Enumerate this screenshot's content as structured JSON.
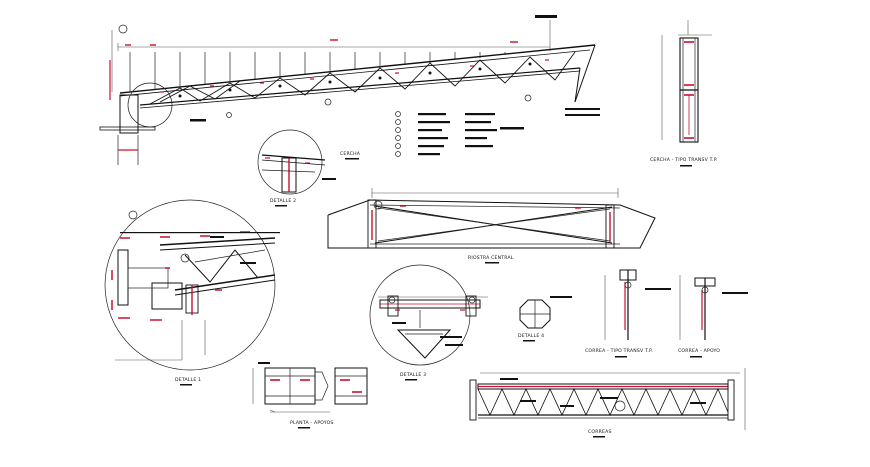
{
  "drawing": {
    "labels": {
      "cercha": "CERCHA",
      "detalle_2_top": "DETALLE 2",
      "cercha_tipo": "CERCHA - TIPO TRANSV T.P.",
      "riostra_central": "RIOSTRA CENTRAL",
      "detalle_1": "DETALLE 1",
      "detalle_3": "DETALLE 3",
      "detalle_4": "DETALLE 4",
      "planta_apoyos": "PLANTA - APOYOS",
      "correa_tipo": "CORREA - TIPO TRANSV T.P.",
      "correa_apoyo": "CORREA - APOYO",
      "correas": "CORREAS"
    },
    "colors": {
      "line": "#111111",
      "accent": "#c8102e",
      "background": "#ffffff"
    }
  }
}
